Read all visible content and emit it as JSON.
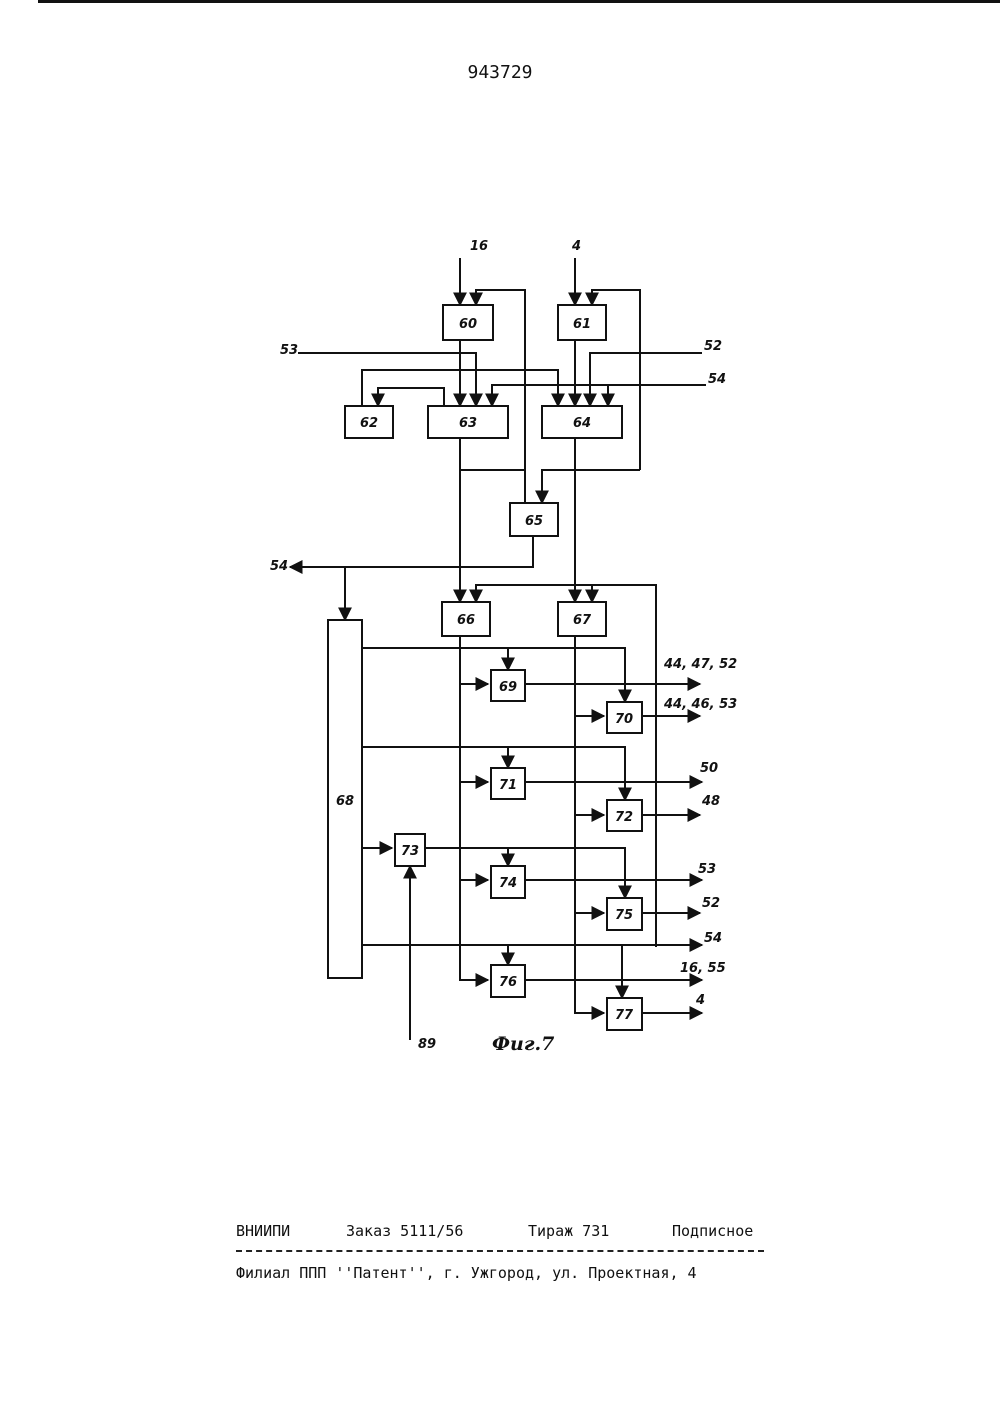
{
  "header": {
    "patent_number": "943729"
  },
  "figure": {
    "caption": "Фиг.7",
    "blocks": [
      "60",
      "61",
      "62",
      "63",
      "64",
      "65",
      "66",
      "67",
      "68",
      "69",
      "70",
      "71",
      "72",
      "73",
      "74",
      "75",
      "76",
      "77"
    ],
    "inputs": {
      "top_left": "16",
      "top_right": "4",
      "left_53": "53",
      "right_52": "52",
      "right_54": "54",
      "bottom_89": "89"
    },
    "outputs": {
      "left_54": "54",
      "out_69": "44, 47, 52",
      "out_70": "44, 46, 53",
      "out_71": "50",
      "out_72": "48",
      "out_74": "53",
      "out_75": "52",
      "out_68": "54",
      "out_76": "16, 55",
      "out_77": "4"
    }
  },
  "footer": {
    "org": "ВНИИПИ",
    "order": "Заказ 5111/56",
    "circulation": "Тираж 731",
    "subscription": "Подписное",
    "branch": "Филиал ППП ''Патент'', г. Ужгород, ул. Проектная, 4"
  }
}
